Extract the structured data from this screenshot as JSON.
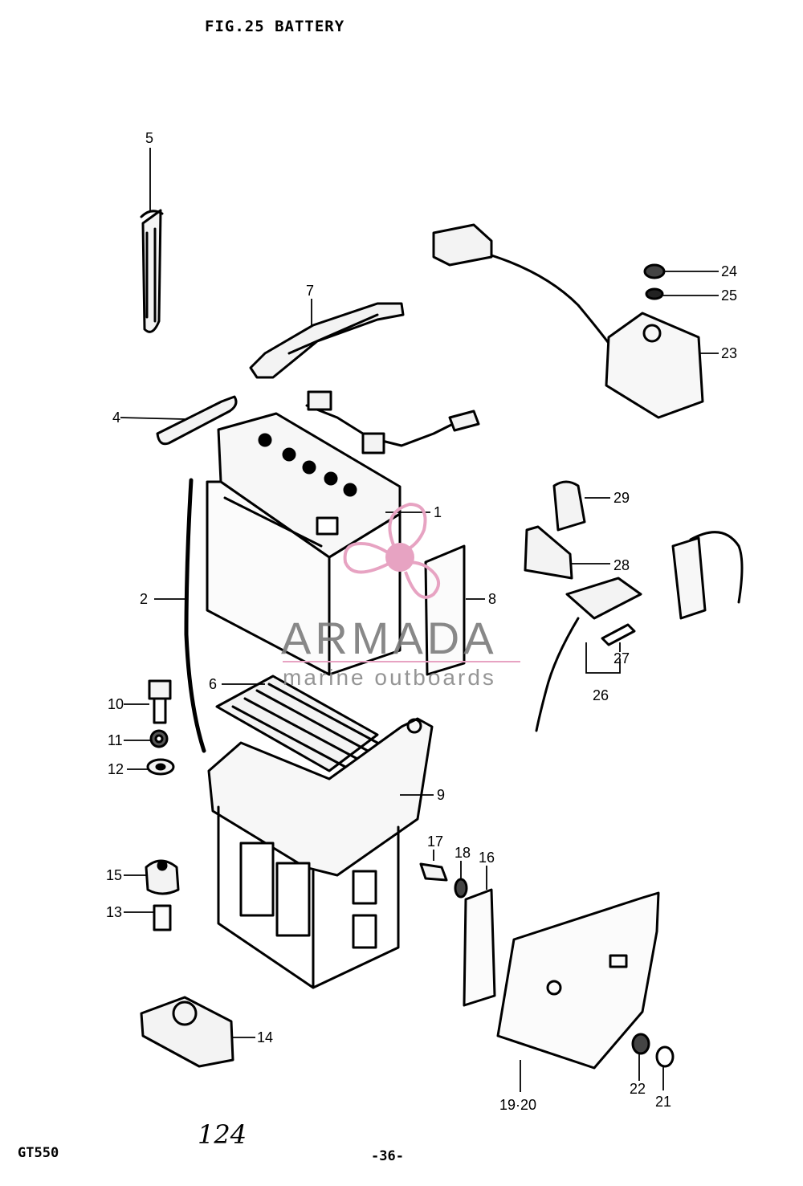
{
  "header": {
    "title": "FIG.25 BATTERY"
  },
  "footer": {
    "model": "GT550",
    "page": "-36-",
    "handwritten": "124"
  },
  "watermark": {
    "brand": "ARMADA",
    "tagline": "marine outboards",
    "color": "#e7a3c2"
  },
  "callouts": [
    {
      "id": "c1",
      "text": "1"
    },
    {
      "id": "c2",
      "text": "2"
    },
    {
      "id": "c4",
      "text": "4"
    },
    {
      "id": "c5",
      "text": "5"
    },
    {
      "id": "c6",
      "text": "6"
    },
    {
      "id": "c7",
      "text": "7"
    },
    {
      "id": "c8",
      "text": "8"
    },
    {
      "id": "c9",
      "text": "9"
    },
    {
      "id": "c10",
      "text": "10"
    },
    {
      "id": "c11",
      "text": "11"
    },
    {
      "id": "c12",
      "text": "12"
    },
    {
      "id": "c13",
      "text": "13"
    },
    {
      "id": "c14",
      "text": "14"
    },
    {
      "id": "c15",
      "text": "15"
    },
    {
      "id": "c16",
      "text": "16"
    },
    {
      "id": "c17",
      "text": "17"
    },
    {
      "id": "c18",
      "text": "18"
    },
    {
      "id": "c1920",
      "text": "19·20"
    },
    {
      "id": "c21",
      "text": "21"
    },
    {
      "id": "c22",
      "text": "22"
    },
    {
      "id": "c23",
      "text": "23"
    },
    {
      "id": "c24",
      "text": "24"
    },
    {
      "id": "c25",
      "text": "25"
    },
    {
      "id": "c26",
      "text": "26"
    },
    {
      "id": "c27",
      "text": "27"
    },
    {
      "id": "c28",
      "text": "28"
    },
    {
      "id": "c29",
      "text": "29"
    }
  ]
}
